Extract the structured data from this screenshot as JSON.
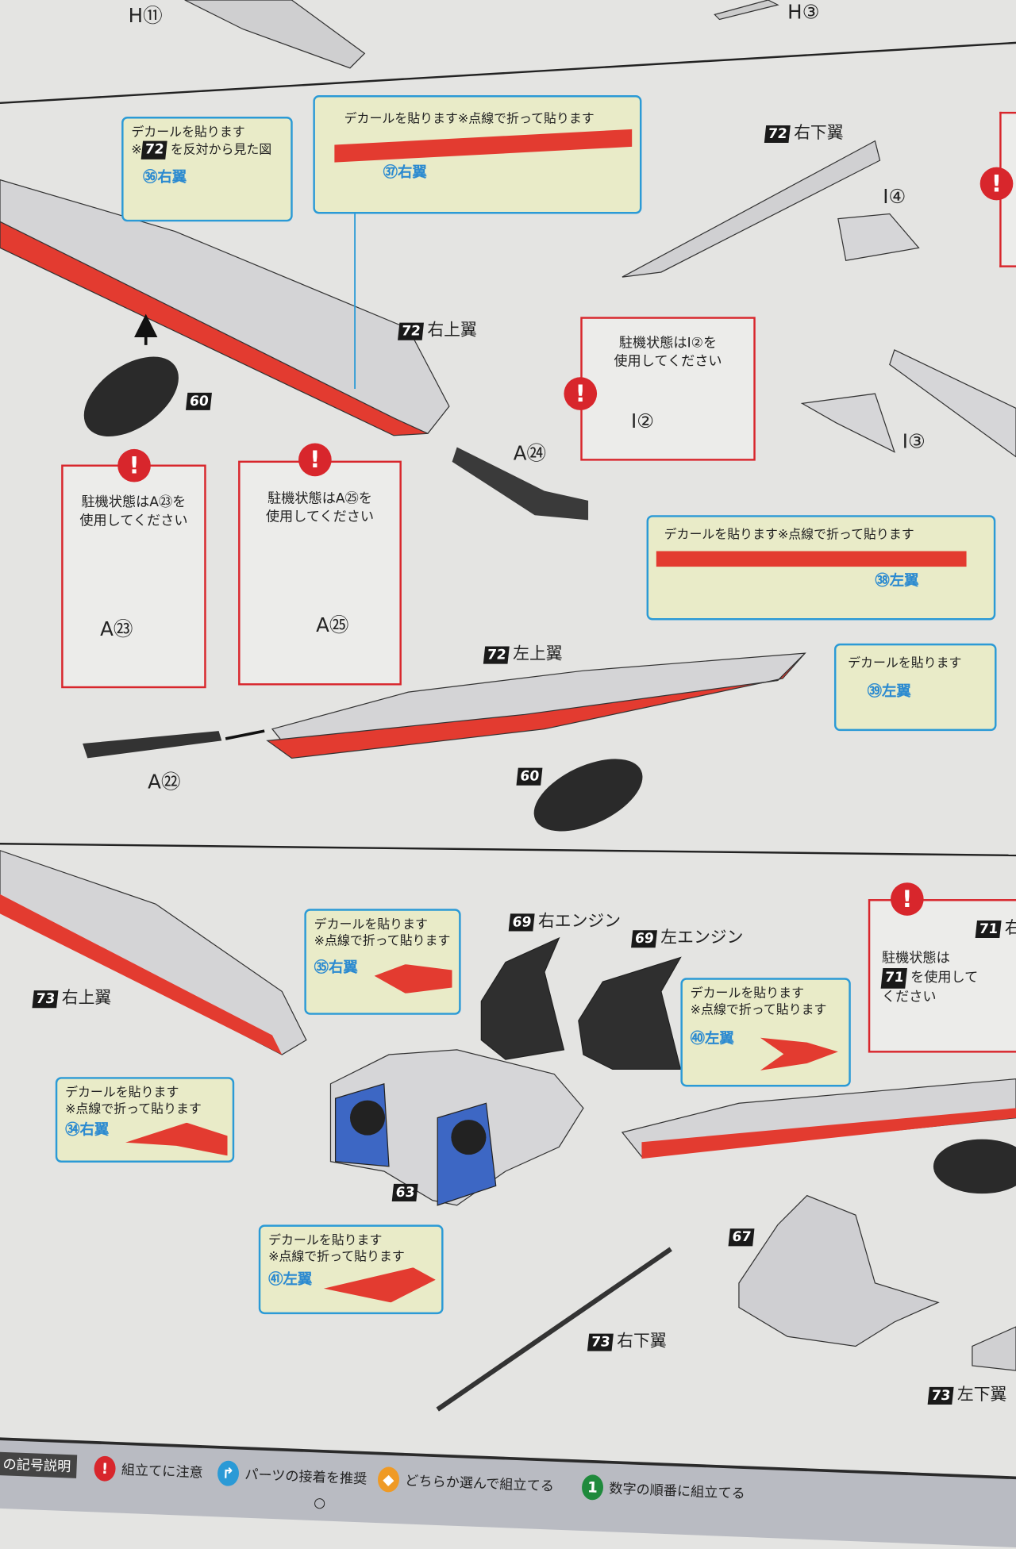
{
  "top_labels": {
    "h11": "H⑪",
    "h3": "H③"
  },
  "decals": {
    "d36": {
      "line1": "デカールを貼ります",
      "line2_pre": "※",
      "line2_num": "72",
      "line2_post": "を反対から見た図",
      "code": "㊱右翼"
    },
    "d37": {
      "text": "デカールを貼ります※点線で折って貼ります",
      "code": "㊲右翼"
    },
    "d38": {
      "text": "デカールを貼ります※点線で折って貼ります",
      "code": "㊳左翼"
    },
    "d39": {
      "text": "デカールを貼ります",
      "code": "㊴左翼"
    },
    "d35": {
      "line1": "デカールを貼ります",
      "line2": "※点線で折って貼ります",
      "code": "㉟右翼"
    },
    "d40": {
      "line1": "デカールを貼ります",
      "line2": "※点線で折って貼ります",
      "code": "㊵左翼"
    },
    "d34": {
      "line1": "デカールを貼ります",
      "line2": "※点線で折って貼ります",
      "code": "㉞右翼"
    },
    "d41": {
      "line1": "デカールを貼ります",
      "line2": "※点線で折って貼ります",
      "code": "㊶左翼"
    }
  },
  "parts": {
    "p72_right_lower": {
      "num": "72",
      "name": "右下翼"
    },
    "p72_right_upper": {
      "num": "72",
      "name": "右上翼"
    },
    "p72_left_upper": {
      "num": "72",
      "name": "左上翼"
    },
    "p60a": "60",
    "p60b": "60",
    "a24": "A㉔",
    "i4": "I④",
    "i3": "I③",
    "i2": "I②",
    "a23": "A㉓",
    "a25": "A㉕",
    "a22": "A㉒",
    "p73_right_upper": {
      "num": "73",
      "name": "右上翼"
    },
    "p69_right": {
      "num": "69",
      "name": "右エンジン"
    },
    "p69_left": {
      "num": "69",
      "name": "左エンジン"
    },
    "p63": "63",
    "p67": "67",
    "p73_right_lower": {
      "num": "73",
      "name": "右下翼"
    },
    "p73_left_lower": {
      "num": "73",
      "name": "左下翼"
    },
    "p71_partial": {
      "num": "71",
      "name": "右"
    }
  },
  "warnings": {
    "i2": {
      "line1": "駐機状態はI②を",
      "line2": "使用してください"
    },
    "a23": {
      "line1": "駐機状態はA㉓を",
      "line2": "使用してください"
    },
    "a25": {
      "line1": "駐機状態はA㉕を",
      "line2": "使用してください"
    },
    "p71": {
      "line1": "駐機状態は",
      "line2_num": "71",
      "line2": "を使用して",
      "line3": "ください"
    },
    "bang": "!"
  },
  "legend": {
    "title": "の記号説明",
    "items": [
      {
        "icon": "!",
        "label": "組立てに注意",
        "color": "#d8262c"
      },
      {
        "icon": "↱",
        "label": "パーツの接着を推奨",
        "color": "#2b9ad6"
      },
      {
        "icon": "◆",
        "label": "どちらか選んで組立てる",
        "color": "#ef9a25"
      },
      {
        "icon": "1",
        "label": "数字の順番に組立てる",
        "color": "#1f8a3c"
      }
    ],
    "footer_mark": "○"
  }
}
